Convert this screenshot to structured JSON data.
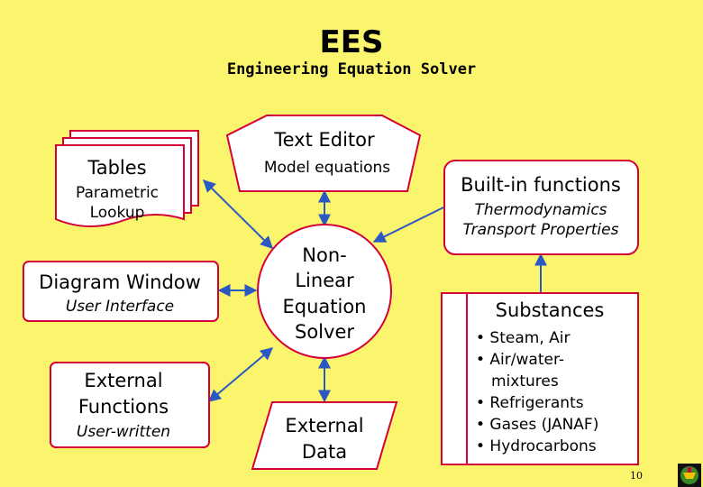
{
  "title": "EES",
  "subtitle": "Engineering Equation Solver",
  "tables": {
    "label": "Tables",
    "line1": "Parametric",
    "line2": "Lookup"
  },
  "text_editor": {
    "label": "Text Editor",
    "sub": "Model equations"
  },
  "builtin": {
    "label": "Built-in functions",
    "line1": "Thermodynamics",
    "line2": "Transport Properties"
  },
  "diagram_window": {
    "label": "Diagram Window",
    "sub": "User Interface"
  },
  "solver": {
    "line1": "Non-",
    "line2": "Linear",
    "line3": "Equation",
    "line4": "Solver"
  },
  "substances": {
    "label": "Substances",
    "items": [
      "• Steam, Air",
      "• Air/water-",
      "mixtures",
      "• Refrigerants",
      "• Gases (JANAF)",
      "• Hydrocarbons"
    ]
  },
  "external_functions": {
    "line1": "External",
    "line2": "Functions",
    "sub": "User-written"
  },
  "external_data": {
    "line1": "External",
    "line2": "Data"
  },
  "page_number": "10",
  "colors": {
    "background": "#fbf56e",
    "box_border": "#d4003a",
    "arrow": "#2b59c3",
    "box_fill": "#ffffff"
  },
  "icon": "ees-logo-icon"
}
